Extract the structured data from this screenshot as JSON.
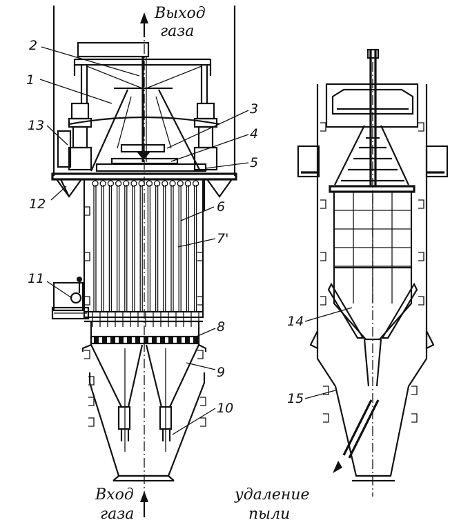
{
  "diagram": {
    "captions": {
      "gas_outlet": [
        "Выход",
        "газа"
      ],
      "gas_inlet": [
        "Вход",
        "газа"
      ],
      "dust_removal": [
        "удаление",
        "пыли"
      ]
    },
    "labels": [
      {
        "id": "1",
        "text": "1"
      },
      {
        "id": "2",
        "text": "2"
      },
      {
        "id": "3",
        "text": "3"
      },
      {
        "id": "4",
        "text": "4"
      },
      {
        "id": "5",
        "text": "5"
      },
      {
        "id": "6",
        "text": "6"
      },
      {
        "id": "7",
        "text": "7'"
      },
      {
        "id": "8",
        "text": "8"
      },
      {
        "id": "9",
        "text": "9"
      },
      {
        "id": "10",
        "text": "10"
      },
      {
        "id": "11",
        "text": "11"
      },
      {
        "id": "12",
        "text": "12"
      },
      {
        "id": "13",
        "text": "13"
      },
      {
        "id": "14",
        "text": "14"
      },
      {
        "id": "15",
        "text": "15"
      }
    ],
    "colors": {
      "ink": "#111111",
      "paper": "#ffffff"
    }
  }
}
